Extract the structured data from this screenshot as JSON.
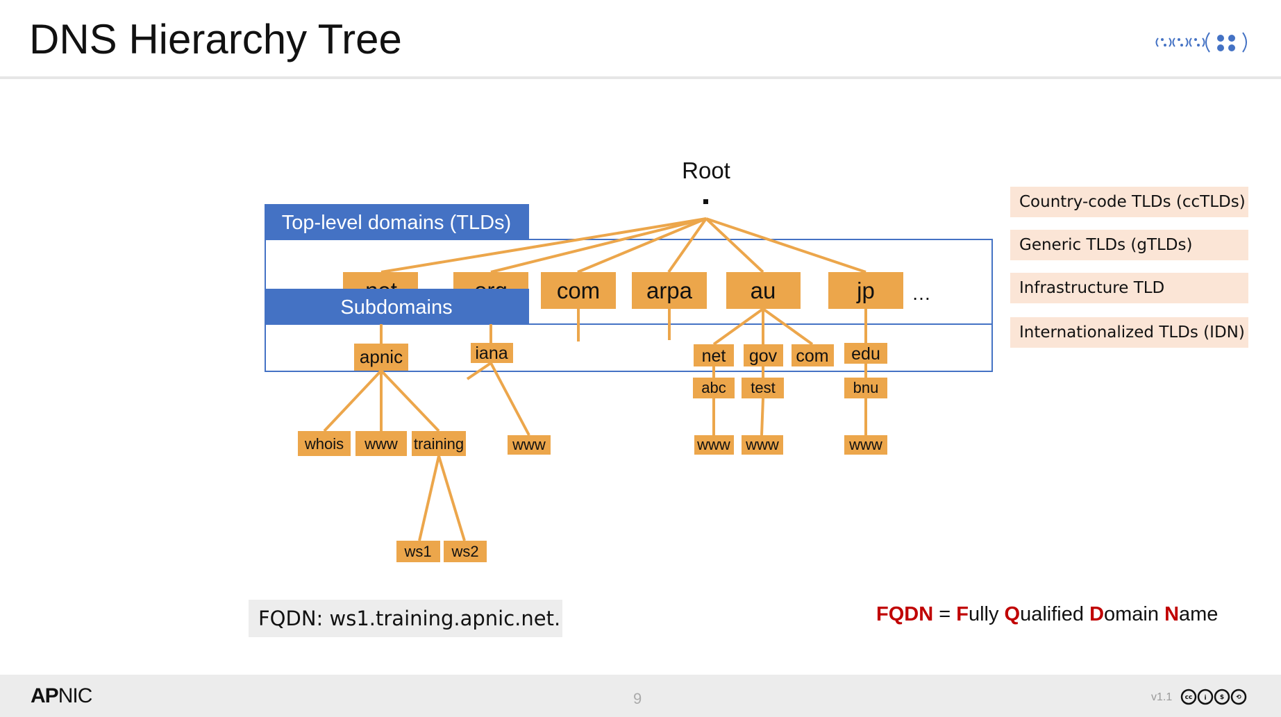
{
  "slide": {
    "title": "DNS Hierarchy Tree",
    "page_number": "9",
    "version": "v1.1"
  },
  "branding": {
    "org_bold": "AP",
    "org_rest": "NIC",
    "logo_icon": "apnic-dots-logo-icon",
    "license_icon": "creative-commons-by-nc-sa-icon"
  },
  "tree": {
    "root_label": "Root",
    "root_dot": ".",
    "tld_band_label": "Top-level domains (TLDs)",
    "subdomain_band_label": "Subdomains",
    "tlds": [
      "net",
      "org",
      "com",
      "arpa",
      "au",
      "jp"
    ],
    "ellipsis": "…",
    "second_level": [
      "apnic",
      "iana",
      "net",
      "gov",
      "com",
      "edu"
    ],
    "third_level": [
      "whois",
      "www",
      "training",
      "www",
      "abc",
      "test",
      "bnu"
    ],
    "fourth_level": [
      "www",
      "www",
      "www"
    ],
    "fifth_level": [
      "ws1",
      "ws2"
    ]
  },
  "legend": {
    "items": [
      "Country-code TLDs (ccTLDs)",
      "Generic TLDs (gTLDs)",
      "Infrastructure TLD",
      "Internationalized TLDs (IDN)"
    ]
  },
  "fqdn": {
    "example": "FQDN: ws1.training.apnic.net.",
    "def_acronym": "FQDN",
    "def_equals": " = ",
    "def_f": "F",
    "def_ully": "ully ",
    "def_q": "Q",
    "def_ualified": "ualified ",
    "def_d": "D",
    "def_omain": "omain ",
    "def_n": "N",
    "def_ame": "ame"
  },
  "colors": {
    "node_fill": "#ECA64B",
    "band_fill": "#4472C4",
    "band_outline": "#4472C4",
    "legend_fill": "#FBE5D6",
    "accent_red": "#C00000"
  }
}
